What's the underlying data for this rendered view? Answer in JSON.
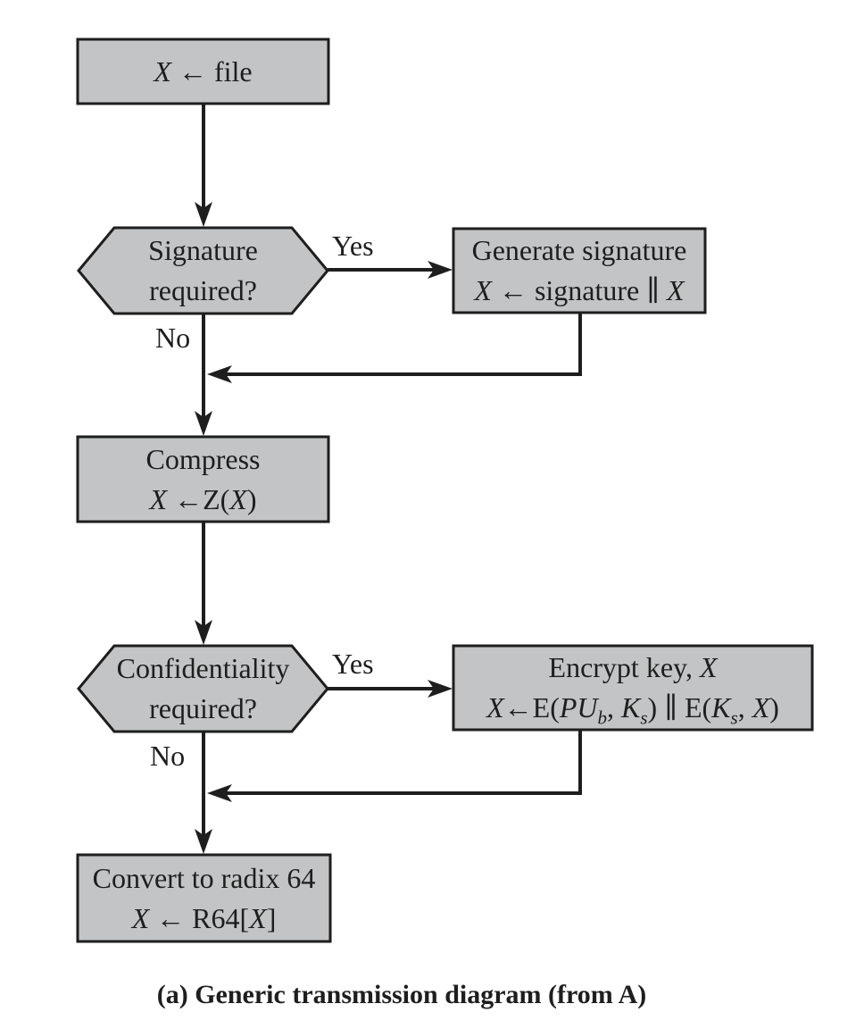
{
  "caption": "(a) Generic transmission diagram (from A)",
  "labels": {
    "yes1": "Yes",
    "no1": "No",
    "yes2": "Yes",
    "no2": "No"
  },
  "nodes": {
    "file_box": {
      "x": "X",
      "rest": " ← file"
    },
    "sig_hex": {
      "line1": "Signature",
      "line2": "required?"
    },
    "gen_box": {
      "line1": "Generate signature",
      "x1": "X",
      "mid": " ← signature ∥ ",
      "x2": "X"
    },
    "compress_box": {
      "line1": "Compress",
      "x1": "X",
      "a": " ←Z(",
      "x2": "X",
      "b": ")"
    },
    "conf_hex": {
      "line1": "Confidentiality",
      "line2": "required?"
    },
    "encrypt_box": {
      "l1_pre": "Encrypt key, ",
      "l1_x": "X",
      "x1": "X",
      "a": "←E(",
      "pu": "PU",
      "sub_b": "b",
      "c": ", ",
      "k1": "K",
      "sub_s1": "s",
      "d": ") ∥ E(",
      "k2": "K",
      "sub_s2": "s",
      "e": ", ",
      "x2": "X",
      "f": ")"
    },
    "radix_box": {
      "line1": "Convert to radix 64",
      "x1": "X",
      "a": " ← R64[",
      "x2": "X",
      "b": "]"
    }
  },
  "colors": {
    "node_fill": "#c3c4c5",
    "ink": "#1e1e1e"
  }
}
